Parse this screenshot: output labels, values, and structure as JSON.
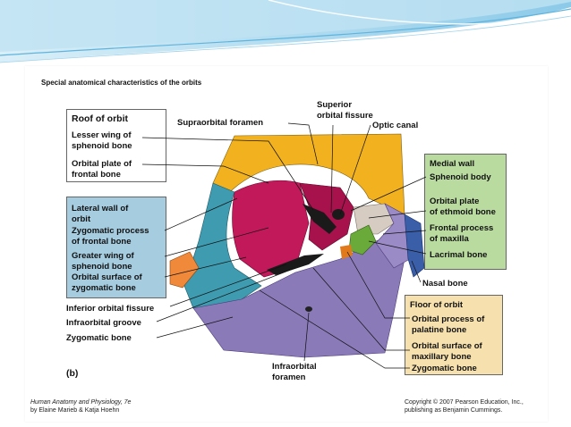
{
  "title": "Special anatomical characteristics of the orbits",
  "panel_letter": "(b)",
  "boxes": {
    "roof": {
      "heading": "Roof of orbit"
    },
    "lateral": {
      "heading_1": "Lateral wall of",
      "heading_2": "orbit"
    },
    "medial": {
      "heading": "Medial wall"
    },
    "floor": {
      "heading": "Floor of orbit"
    }
  },
  "labels": {
    "lesser_wing": [
      "Lesser wing of",
      "sphenoid bone"
    ],
    "orbital_plate_frontal": [
      "Orbital plate of",
      "frontal bone"
    ],
    "zygomatic_process": [
      "Zygomatic process",
      "of frontal bone"
    ],
    "greater_wing": [
      "Greater wing of",
      "sphenoid bone"
    ],
    "orbital_surface_zygomatic": [
      "Orbital surface of",
      "zygomatic bone"
    ],
    "inferior_orbital_fissure": "Inferior orbital fissure",
    "infraorbital_groove": "Infraorbital groove",
    "zygomatic_bone_left": "Zygomatic bone",
    "supraorbital_foramen": "Supraorbital foramen",
    "superior_orbital_fissure": [
      "Superior",
      "orbital fissure"
    ],
    "optic_canal": "Optic canal",
    "sphenoid_body": "Sphenoid body",
    "orbital_plate_ethmoid": [
      "Orbital plate",
      "of ethmoid bone"
    ],
    "frontal_process_maxilla": [
      "Frontal process",
      "of maxilla"
    ],
    "lacrimal_bone": "Lacrimal bone",
    "nasal_bone": "Nasal bone",
    "orbital_process_palatine": [
      "Orbital process of",
      "palatine bone"
    ],
    "orbital_surface_maxillary": [
      "Orbital surface of",
      "maxillary bone"
    ],
    "zygomatic_bone_right": "Zygomatic bone",
    "infraorbital_foramen": [
      "Infraorbital",
      "foramen"
    ]
  },
  "credits": {
    "book": "Human Anatomy and Physiology, 7e",
    "authors": "by Elaine Marieb & Katja Hoehn",
    "copyright": "Copyright © 2007 Pearson Education, Inc.,",
    "publisher": "publishing as Benjamin Cummings."
  },
  "colors": {
    "frontal": "#f2b21f",
    "sphenoid": "#c2195b",
    "zygomatic": "#3f9bb0",
    "maxilla": "#8a7ab8",
    "ethmoid": "#d6ccc2",
    "lacrimal": "#6aaa3a",
    "nasal": "#3a5fa8",
    "palatine": "#e07a1a",
    "medial_box": "#b9dba0",
    "lateral_box": "#a6cce0",
    "floor_box": "#f6e1ae"
  }
}
